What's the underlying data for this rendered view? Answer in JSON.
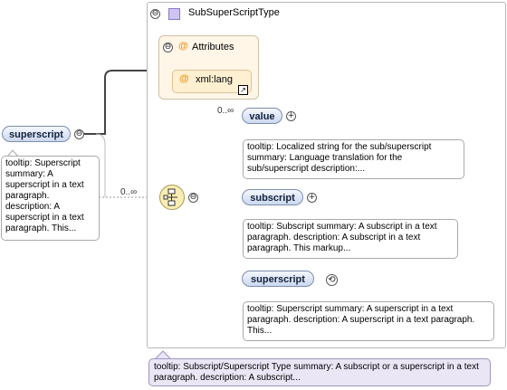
{
  "type_box": {
    "title": "SubSuperScriptType",
    "collapse_symbol": "⊖"
  },
  "attributes": {
    "title": "Attributes",
    "at_symbol": "@",
    "items": [
      {
        "label": "xml:lang",
        "at_symbol": "@",
        "link_symbol": "↗"
      }
    ]
  },
  "root": {
    "label": "superscript",
    "tooltip": "tooltip: Superscript summary: A superscript in a text paragraph. description: A superscript in a text paragraph. This..."
  },
  "sequence": {
    "occurrence": "0..∞"
  },
  "children": [
    {
      "label": "value",
      "occurrence": "0..∞",
      "expander": "+",
      "tooltip": "tooltip: Localized string for the sub/superscript summary: Language translation for the sub/superscript description:..."
    },
    {
      "label": "subscript",
      "expander": "+",
      "tooltip": "tooltip: Subscript summary: A subscript in a text paragraph. description: A subscript in a text paragraph. This markup..."
    },
    {
      "label": "superscript",
      "recursion_symbol": "⟲",
      "tooltip": "tooltip: Superscript summary: A superscript in a text paragraph. description: A superscript in a text paragraph. This..."
    }
  ],
  "type_tooltip": "tooltip: Subscript/Superscript Type summary: A subscript or a superscript in a text paragraph. description: A subscript...",
  "colors": {
    "element_fill": "#cbd8ef",
    "attribute_fill": "#fff6e8",
    "sequence_fill": "#f9edb3",
    "type_tooltip_fill": "#ebe6f6"
  }
}
